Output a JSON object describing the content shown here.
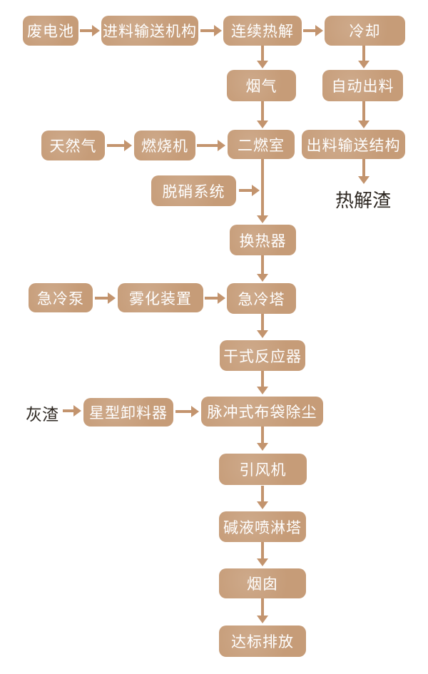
{
  "colors": {
    "background": "#ffffff",
    "box_fill": "#c69c78",
    "box_text": "#ffffff",
    "arrow": "#c3946e",
    "plain_text": "#2e2822"
  },
  "flowchart": {
    "boxes": [
      {
        "id": "waste-battery",
        "label": "废电池"
      },
      {
        "id": "feed-conveyor",
        "label": "进料输送机构"
      },
      {
        "id": "continuous-pyrolysis",
        "label": "连续热解"
      },
      {
        "id": "cooling",
        "label": "冷却"
      },
      {
        "id": "flue-gas",
        "label": "烟气"
      },
      {
        "id": "auto-discharge",
        "label": "自动出料"
      },
      {
        "id": "natural-gas",
        "label": "天然气"
      },
      {
        "id": "burner",
        "label": "燃烧机"
      },
      {
        "id": "secondary-combustion-chamber",
        "label": "二燃室"
      },
      {
        "id": "discharge-conveyor",
        "label": "出料输送结构"
      },
      {
        "id": "denitration-system",
        "label": "脱硝系统"
      },
      {
        "id": "heat-exchanger",
        "label": "换热器"
      },
      {
        "id": "quench-pump",
        "label": "急冷泵"
      },
      {
        "id": "atomizer",
        "label": "雾化装置"
      },
      {
        "id": "quench-tower",
        "label": "急冷塔"
      },
      {
        "id": "dry-reactor",
        "label": "干式反应器"
      },
      {
        "id": "star-discharger",
        "label": "星型卸料器"
      },
      {
        "id": "pulse-bag-filter",
        "label": "脉冲式布袋除尘"
      },
      {
        "id": "induced-draft-fan",
        "label": "引风机"
      },
      {
        "id": "alkali-spray-tower",
        "label": "碱液喷淋塔"
      },
      {
        "id": "chimney",
        "label": "烟囱"
      },
      {
        "id": "compliant-emission",
        "label": "达标排放"
      }
    ],
    "plain_labels": [
      {
        "id": "ash",
        "label": "灰渣"
      },
      {
        "id": "pyrolysis-residue",
        "label": "热解渣"
      }
    ],
    "edges": [
      {
        "from": "waste-battery",
        "to": "feed-conveyor"
      },
      {
        "from": "feed-conveyor",
        "to": "continuous-pyrolysis"
      },
      {
        "from": "continuous-pyrolysis",
        "to": "cooling"
      },
      {
        "from": "continuous-pyrolysis",
        "to": "flue-gas"
      },
      {
        "from": "flue-gas",
        "to": "secondary-combustion-chamber"
      },
      {
        "from": "cooling",
        "to": "auto-discharge"
      },
      {
        "from": "auto-discharge",
        "to": "discharge-conveyor"
      },
      {
        "from": "discharge-conveyor",
        "to": "pyrolysis-residue"
      },
      {
        "from": "natural-gas",
        "to": "burner"
      },
      {
        "from": "burner",
        "to": "secondary-combustion-chamber"
      },
      {
        "from": "secondary-combustion-chamber",
        "to": "heat-exchanger"
      },
      {
        "from": "denitration-system",
        "to": "heat-exchanger"
      },
      {
        "from": "heat-exchanger",
        "to": "quench-tower"
      },
      {
        "from": "quench-pump",
        "to": "atomizer"
      },
      {
        "from": "atomizer",
        "to": "quench-tower"
      },
      {
        "from": "quench-tower",
        "to": "dry-reactor"
      },
      {
        "from": "dry-reactor",
        "to": "pulse-bag-filter"
      },
      {
        "from": "ash",
        "to": "star-discharger"
      },
      {
        "from": "star-discharger",
        "to": "pulse-bag-filter"
      },
      {
        "from": "pulse-bag-filter",
        "to": "induced-draft-fan"
      },
      {
        "from": "induced-draft-fan",
        "to": "alkali-spray-tower"
      },
      {
        "from": "alkali-spray-tower",
        "to": "chimney"
      },
      {
        "from": "chimney",
        "to": "compliant-emission"
      }
    ]
  }
}
